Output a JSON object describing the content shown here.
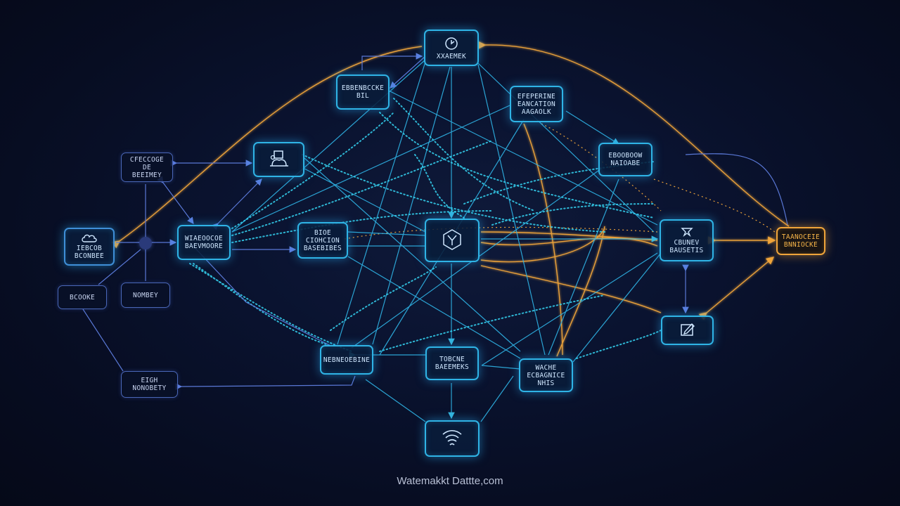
{
  "nodes": {
    "top_center": "XXAEMEK",
    "upper_left_mid": "EBBENBCCKE\nBIL",
    "upper_right_mid": "EFEPERINE\nEANCATION\nAAGAOLK",
    "right_upper": "EBOOBOOW\nNAIOABE",
    "left_icon_upper": "",
    "far_left_top": "CFECCOGE\nDE\nBEEIMEY",
    "far_left_mid": "IEBCOB\nBCONBEE",
    "left_mid": "WIAEOOCOE\nBAEVMOORE",
    "center_left": "BIOE\nCIOHCION\nBASEBIBES",
    "center_hub": "",
    "right_mid": "CBUNEV\nBAUSETIS",
    "far_right_orange": "TAANOCEIE\nBNNIOCKE",
    "right_lower_icon": "",
    "small_left_a": "BCOOKE",
    "small_left_b": "NOMBEY",
    "bottom_left_mid": "NEBNEOEBINE",
    "bottom_center": "TOBCNE\nBAEEMEKS",
    "bottom_right_mid": "WACHE\nECBAGNICE\nNHIS",
    "far_bottom_left": "EIGH\nNONOBETY",
    "bottom_icon": ""
  },
  "watermark": "Watemakkt Dattte,com",
  "colors": {
    "accent": "#2fb4e6",
    "dim": "#4a67b8",
    "orange": "#f0a53a",
    "background": "#070d22"
  },
  "icons": {
    "top_center": "clock-icon",
    "left_icon_upper": "device-icon",
    "center_left": "globe-icon",
    "center_hub": "hub-icon",
    "far_left_mid": "cloud-icon",
    "right_mid": "pointer-icon",
    "right_lower_icon": "edit-icon",
    "bottom_icon": "wifi-icon"
  }
}
